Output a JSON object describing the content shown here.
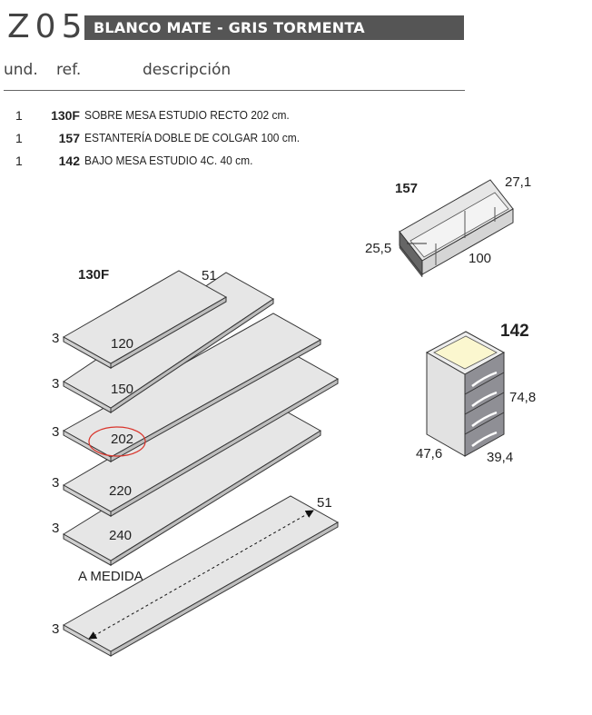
{
  "header": {
    "code": "Z05",
    "title": "BLANCO MATE - GRIS TORMENTA",
    "col_qty": "und.",
    "col_ref": "ref.",
    "col_desc": "descripción"
  },
  "items": [
    {
      "qty": "1",
      "ref": "130F",
      "desc": "SOBRE MESA ESTUDIO RECTO 202 cm."
    },
    {
      "qty": "1",
      "ref": "157",
      "desc": "ESTANTERÍA DOBLE DE COLGAR 100 cm."
    },
    {
      "qty": "1",
      "ref": "142",
      "desc": "BAJO MESA ESTUDIO 4C. 40 cm."
    }
  ],
  "shelf_157": {
    "ref": "157",
    "depth": "27,1",
    "height": "25,5",
    "width": "100"
  },
  "drawer_142": {
    "ref": "142",
    "height": "74,8",
    "depth": "47,6",
    "width": "39,4"
  },
  "tops_130F": {
    "ref": "130F",
    "depth": "51",
    "thickness": "3",
    "widths": [
      "120",
      "150",
      "202",
      "220",
      "240"
    ],
    "highlight": "202"
  },
  "custom_top": {
    "label": "A MEDIDA",
    "depth": "51",
    "thickness": "3"
  },
  "colors": {
    "bar": "#555555",
    "panel": "#e6e6e6",
    "drawer": "#8f8f95",
    "inner": "#fbf7cf",
    "highlight": "#d9342b"
  }
}
